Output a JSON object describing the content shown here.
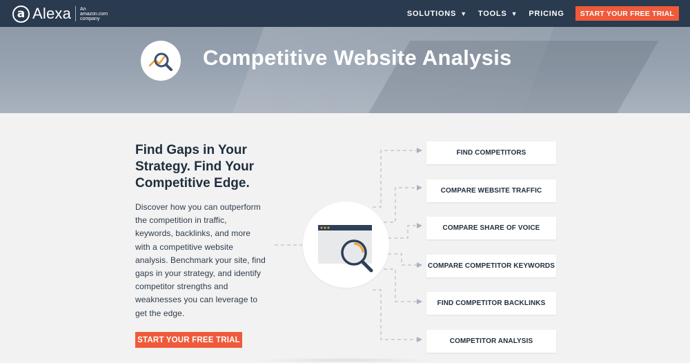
{
  "nav": {
    "logo_symbol": "a",
    "logo_text": "Alexa",
    "amazon_line1": "An",
    "amazon_line2": "amazon.com",
    "amazon_line3": "company",
    "links": [
      {
        "label": "SOLUTIONS",
        "has_caret": true
      },
      {
        "label": "TOOLS",
        "has_caret": true
      },
      {
        "label": "PRICING",
        "has_caret": false
      }
    ],
    "caret": "▼",
    "cta_label": "START YOUR FREE TRIAL"
  },
  "hero": {
    "title": "Competitive Website Analysis",
    "icon": "chart-magnifier-icon"
  },
  "content": {
    "headline": "Find Gaps in Your Strategy. Find Your Competitive Edge.",
    "body": "Discover how you can outperform the competition in traffic, keywords, backlinks, and more with a competitive website analysis. Benchmark your site, find gaps in your strategy, and identify competitor strengths and weaknesses you can leverage to get the edge.",
    "cta_label": "START YOUR FREE TRIAL",
    "center_icon": "browser-magnifier-icon"
  },
  "boxes": [
    {
      "label": "FIND COMPETITORS"
    },
    {
      "label": "COMPARE WEBSITE TRAFFIC"
    },
    {
      "label": "COMPARE SHARE OF VOICE"
    },
    {
      "label": "COMPARE COMPETITOR KEYWORDS"
    },
    {
      "label": "FIND COMPETITOR BACKLINKS"
    },
    {
      "label": "COMPETITOR ANALYSIS"
    }
  ],
  "colors": {
    "nav_bg": "#2a3a4f",
    "accent": "#ef5a3a",
    "text_dark": "#1f2d3d",
    "icon_blue": "#3a4f6e",
    "icon_orange": "#f0a030"
  }
}
